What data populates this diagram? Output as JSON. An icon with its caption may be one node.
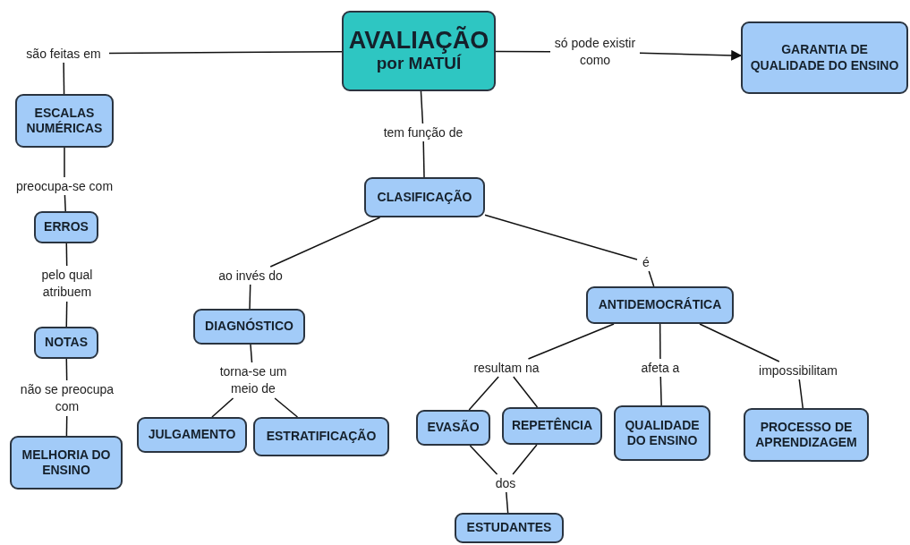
{
  "diagram": {
    "nodes": [
      {
        "text": [
          "AVALIAÇÃO",
          "por MATUÍ"
        ]
      },
      {
        "text": [
          "são feitas em"
        ]
      },
      {
        "text": [
          "só pode existir como"
        ]
      },
      {
        "text": [
          "GARANTIA DE QUALIDADE DO ENSINO"
        ]
      },
      {
        "text": [
          "ESCALAS NUMÉRICAS"
        ]
      },
      {
        "text": [
          "tem função de"
        ]
      },
      {
        "text": [
          "CLASIFICAÇÃO"
        ]
      },
      {
        "text": [
          "preocupa-se com"
        ]
      },
      {
        "text": [
          "ERROS"
        ]
      },
      {
        "text": [
          "pelo qual atribuem"
        ]
      },
      {
        "text": [
          "NOTAS"
        ]
      },
      {
        "text": [
          "ao invés do"
        ]
      },
      {
        "text": [
          "é"
        ]
      },
      {
        "text": [
          "DIAGNÓSTICO"
        ]
      },
      {
        "text": [
          "ANTIDEMOCRÁTICA"
        ]
      },
      {
        "text": [
          "não se preocupa com"
        ]
      },
      {
        "text": [
          "torna-se um meio de"
        ]
      },
      {
        "text": [
          "resultam na"
        ]
      },
      {
        "text": [
          "afeta a"
        ]
      },
      {
        "text": [
          "impossibilitam"
        ]
      },
      {
        "text": [
          "MELHORIA DO ENSINO"
        ]
      },
      {
        "text": [
          "JULGAMENTO"
        ]
      },
      {
        "text": [
          "ESTRATIFICAÇÃO"
        ]
      },
      {
        "text": [
          "EVASÃO"
        ]
      },
      {
        "text": [
          "REPETÊNCIA"
        ]
      },
      {
        "text": [
          "QUALIDADE DO ENSINO"
        ]
      },
      {
        "text": [
          "PROCESSO DE APRENDIZAGEM"
        ]
      },
      {
        "text": [
          "dos"
        ]
      },
      {
        "text": [
          "ESTUDANTES"
        ]
      }
    ],
    "edges": [
      {
        "from": 0,
        "to": 1,
        "arrow": "none"
      },
      {
        "from": 1,
        "to": 4,
        "arrow": "none"
      },
      {
        "from": 0,
        "to": 2,
        "arrow": "none"
      },
      {
        "from": 2,
        "to": 3,
        "arrow": "to"
      },
      {
        "from": 0,
        "to": 5,
        "arrow": "none"
      },
      {
        "from": 5,
        "to": 6,
        "arrow": "none"
      },
      {
        "from": 4,
        "to": 7,
        "arrow": "none"
      },
      {
        "from": 7,
        "to": 8,
        "arrow": "none"
      },
      {
        "from": 8,
        "to": 9,
        "arrow": "none"
      },
      {
        "from": 9,
        "to": 10,
        "arrow": "none"
      },
      {
        "from": 10,
        "to": 15,
        "arrow": "none"
      },
      {
        "from": 15,
        "to": 20,
        "arrow": "none"
      },
      {
        "from": 6,
        "to": 11,
        "arrow": "none"
      },
      {
        "from": 11,
        "to": 13,
        "arrow": "none"
      },
      {
        "from": 6,
        "to": 12,
        "arrow": "none"
      },
      {
        "from": 12,
        "to": 14,
        "arrow": "none"
      },
      {
        "from": 13,
        "to": 16,
        "arrow": "none"
      },
      {
        "from": 16,
        "to": 21,
        "arrow": "none"
      },
      {
        "from": 16,
        "to": 22,
        "arrow": "none"
      },
      {
        "from": 14,
        "to": 17,
        "arrow": "none"
      },
      {
        "from": 17,
        "to": 23,
        "arrow": "none"
      },
      {
        "from": 17,
        "to": 24,
        "arrow": "none"
      },
      {
        "from": 14,
        "to": 18,
        "arrow": "none"
      },
      {
        "from": 18,
        "to": 25,
        "arrow": "none"
      },
      {
        "from": 14,
        "to": 19,
        "arrow": "none"
      },
      {
        "from": 19,
        "to": 26,
        "arrow": "none"
      },
      {
        "from": 23,
        "to": 27,
        "arrow": "none"
      },
      {
        "from": 24,
        "to": 27,
        "arrow": "none"
      },
      {
        "from": 27,
        "to": 28,
        "arrow": "none"
      }
    ]
  }
}
